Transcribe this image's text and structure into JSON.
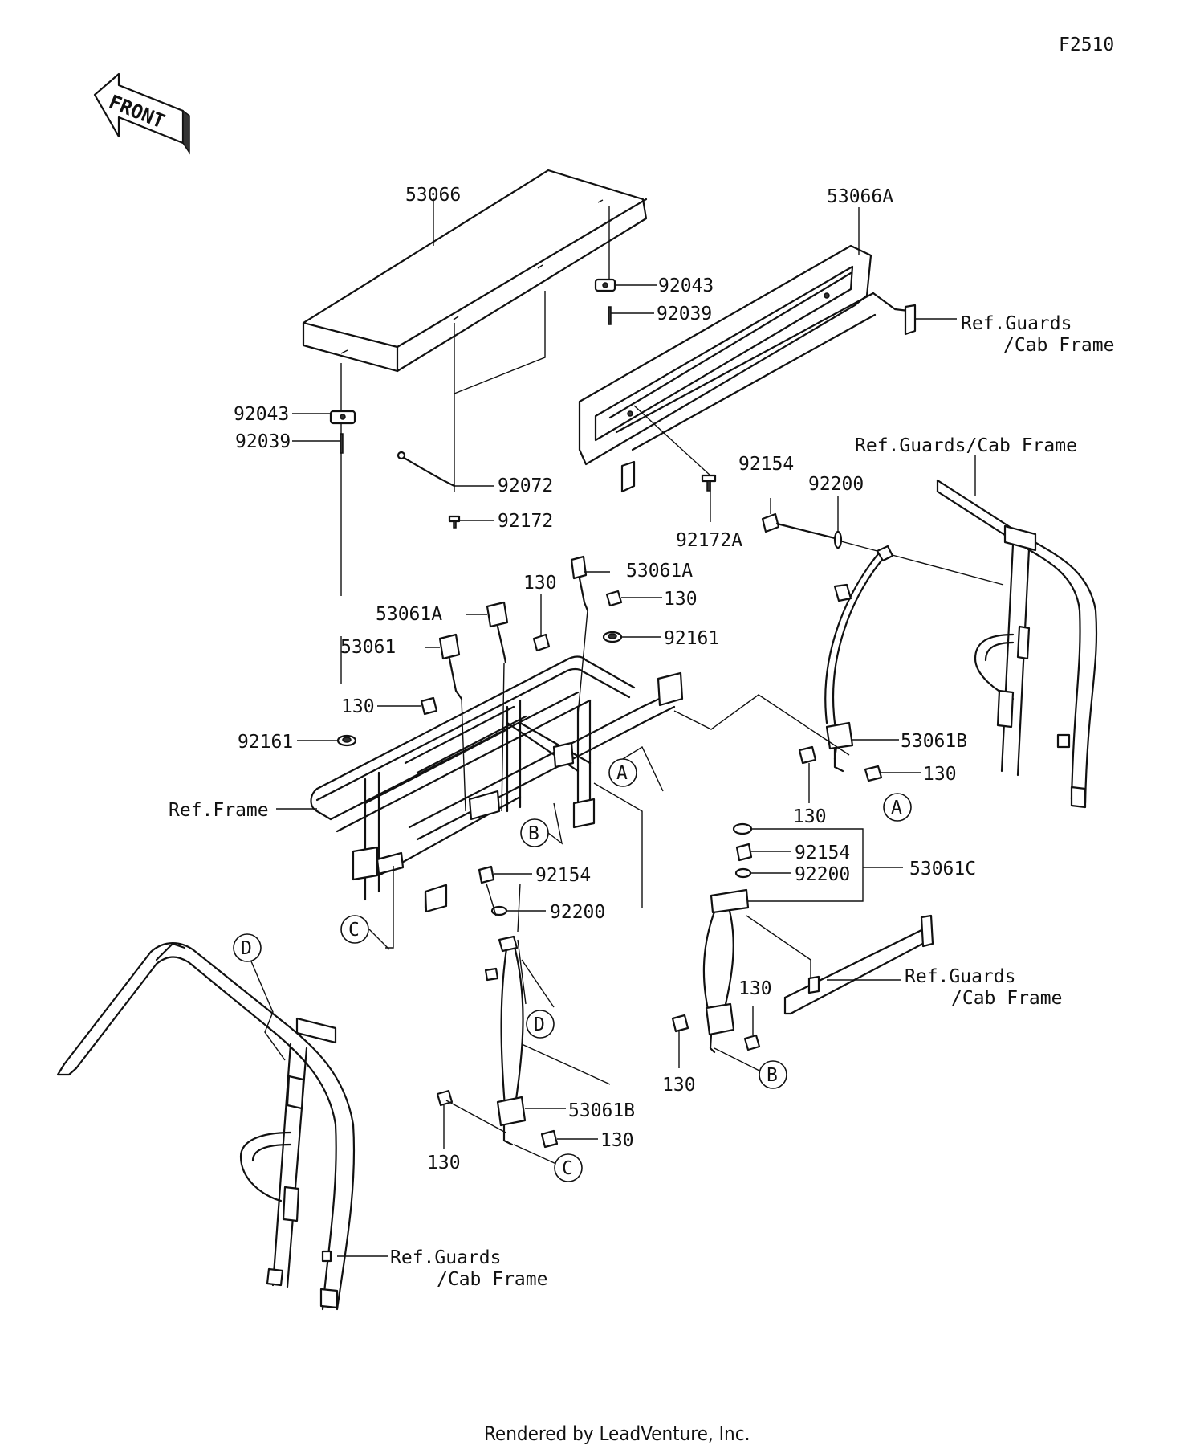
{
  "figure_code": "F2510",
  "front_label": "FRONT",
  "footer": "Rendered by LeadVenture, Inc.",
  "labels": {
    "l53066": "53066",
    "l53066A": "53066A",
    "l92043a": "92043",
    "l92039a": "92039",
    "l92043b": "92043",
    "l92039b": "92039",
    "l92072": "92072",
    "l92172": "92172",
    "l92172A": "92172A",
    "refGuardsTop1": "Ref.Guards",
    "refGuardsTop2": "/Cab Frame",
    "refGuardsRight": "Ref.Guards/Cab Frame",
    "l92154a": "92154",
    "l92200a": "92200",
    "l53061Aa": "53061A",
    "l130a": "130",
    "l130b": "130",
    "l53061Ab": "53061A",
    "l92161a": "92161",
    "l53061": "53061",
    "l130c": "130",
    "l92161b": "92161",
    "refFrame": "Ref.Frame",
    "l53061Ba": "53061B",
    "l130d": "130",
    "l130e": "130",
    "l92154b": "92154",
    "l92200b": "92200",
    "l53061C": "53061C",
    "l92154c": "92154",
    "l92200c": "92200",
    "refGuardsMid1": "Ref.Guards",
    "refGuardsMid2": "/Cab Frame",
    "l130f": "130",
    "l130g": "130",
    "l53061Bb": "53061B",
    "l130h": "130",
    "l130i": "130",
    "refGuardsBot1": "Ref.Guards",
    "refGuardsBot2": "/Cab Frame"
  },
  "callouts": {
    "A1": "A",
    "A2": "A",
    "B1": "B",
    "B2": "B",
    "C1": "C",
    "C2": "C",
    "D1": "D",
    "D2": "D"
  }
}
